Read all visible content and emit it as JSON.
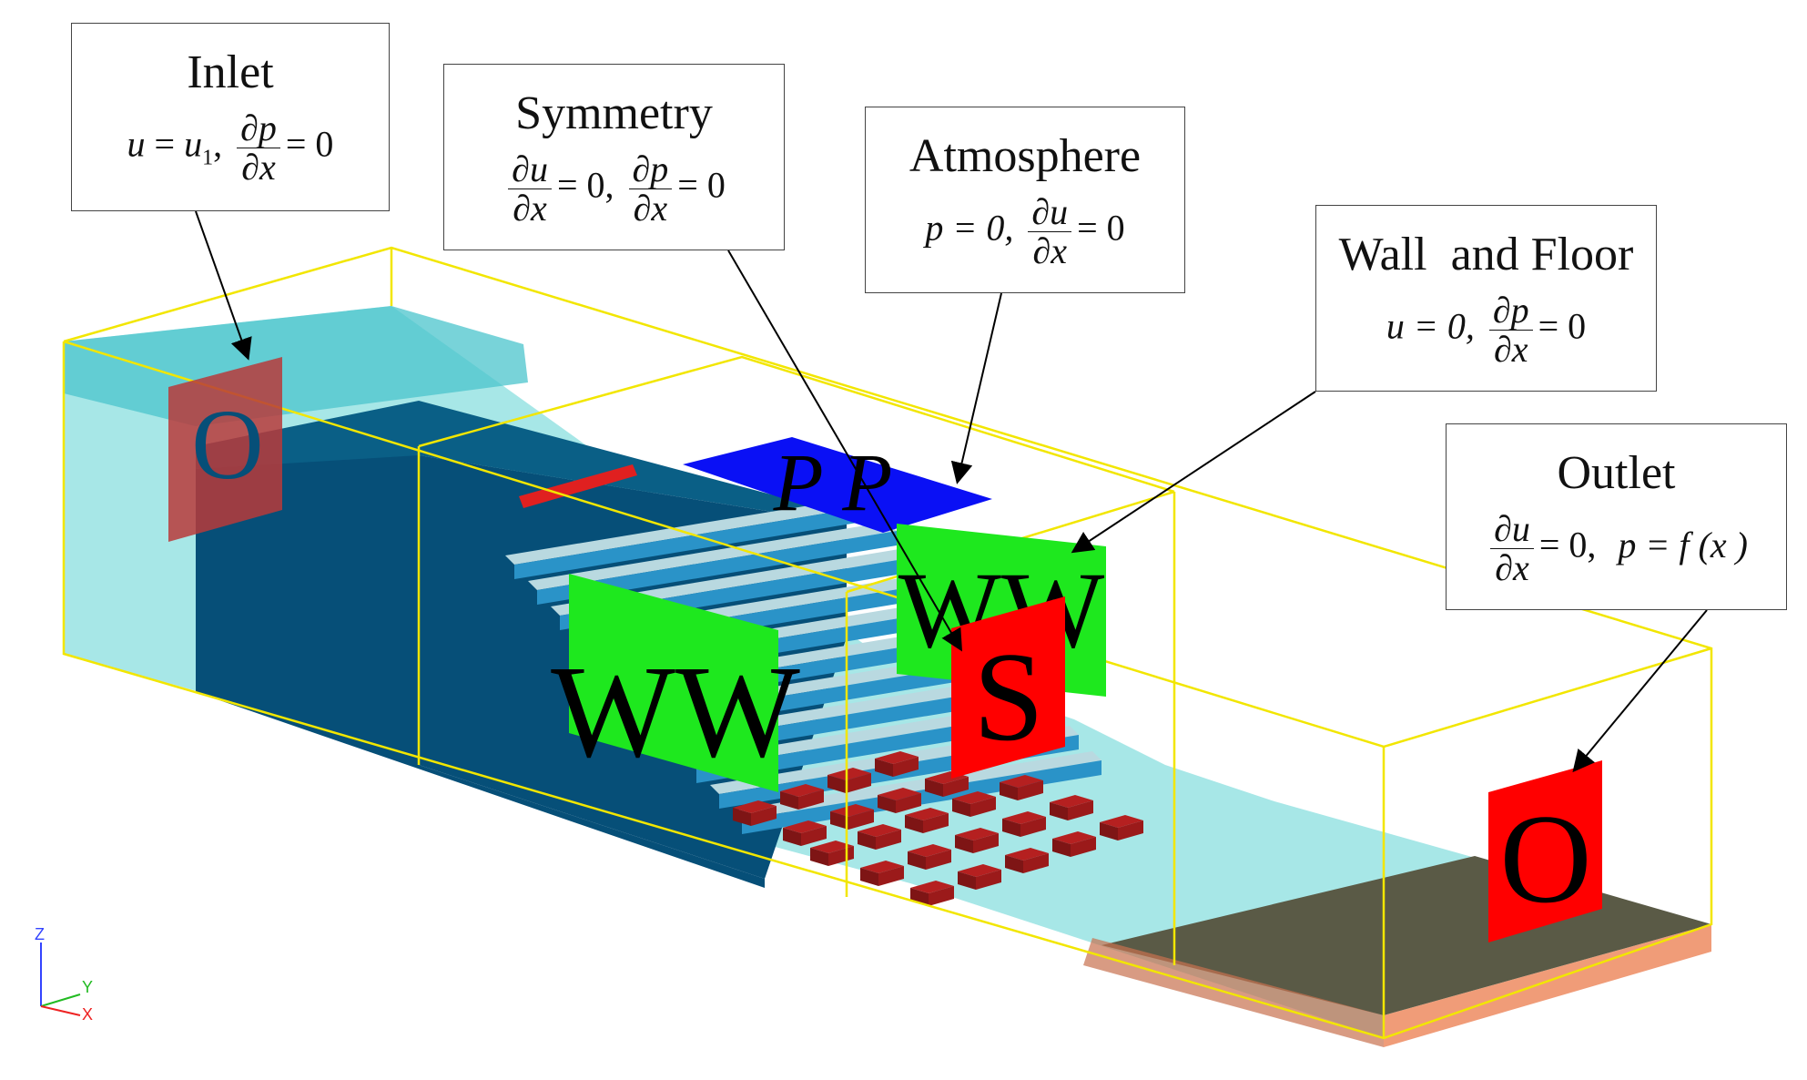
{
  "boundary_conditions": {
    "inlet": {
      "title": "Inlet",
      "eq_lhs_var": "u",
      "eq_rhs_var": "u",
      "eq_rhs_sub": "1",
      "frac_num": "∂p",
      "frac_den": "∂x",
      "frac_value": "= 0"
    },
    "symmetry": {
      "title": "Symmetry",
      "frac1_num": "∂u",
      "frac1_den": "∂x",
      "frac1_value": "= 0,",
      "frac2_num": "∂p",
      "frac2_den": "∂x",
      "frac2_value": "= 0"
    },
    "atmosphere": {
      "title": "Atmosphere",
      "eq_text": "p = 0,",
      "frac_num": "∂u",
      "frac_den": "∂x",
      "frac_value": "= 0"
    },
    "wall_floor": {
      "title": "Wall  and Floor",
      "eq_text": "u = 0,",
      "frac_num": "∂p",
      "frac_den": "∂x",
      "frac_value": "= 0"
    },
    "outlet": {
      "title": "Outlet",
      "frac_num": "∂u",
      "frac_den": "∂x",
      "frac_value": "= 0,",
      "eq_text": "p = f (x )"
    }
  },
  "labels": {
    "inlet_patch": "O",
    "outlet_patch": "O",
    "atmosphere_patch": "P P",
    "wall_patch_front": "WW",
    "wall_patch_back": "WW",
    "symmetry_patch": "S"
  },
  "axes": {
    "z": "Z",
    "y": "Y",
    "x": "X"
  },
  "colors": {
    "box_outline": "#f2e600",
    "water": "#5fd4d4",
    "step_dark": "#064f78",
    "step_light": "#2a93c8",
    "wall_patch": "#1ee81e",
    "symmetry_patch": "#ff0000",
    "atmosphere_patch": "#0a10f5",
    "floor": "#5a5a46",
    "base": "#f09c78",
    "blocks": "#9b1a1a"
  }
}
